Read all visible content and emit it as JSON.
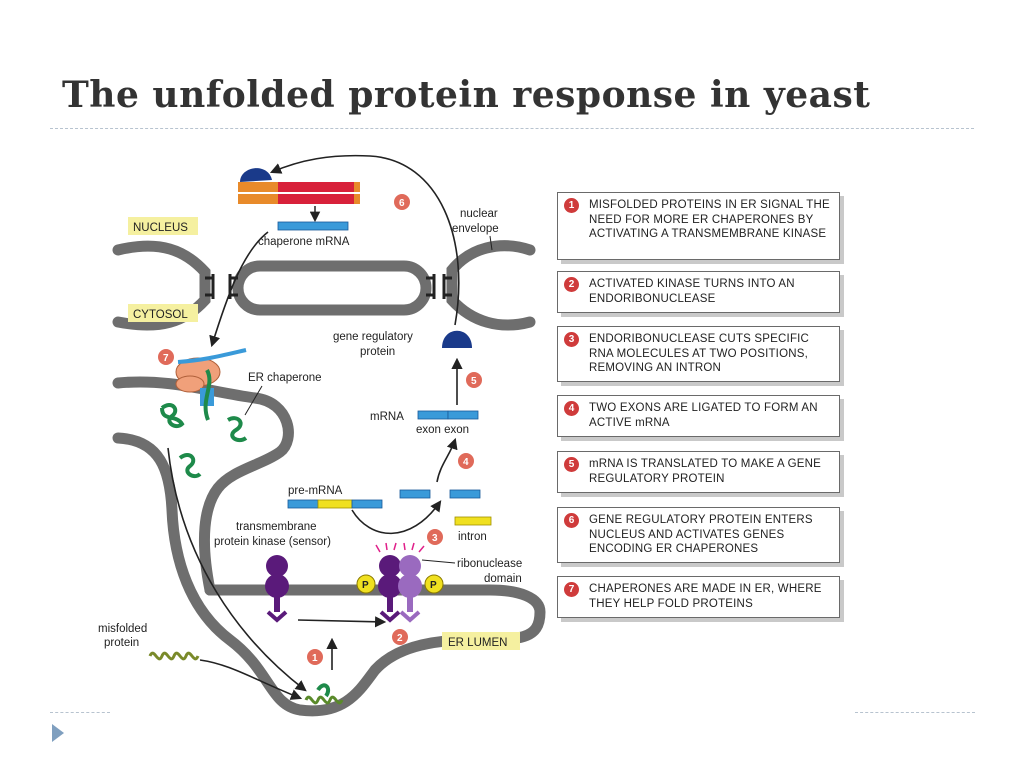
{
  "slide": {
    "title": "The unfolded protein response in yeast"
  },
  "diagram": {
    "labels": {
      "nucleus": "NUCLEUS",
      "cytosol": "CYTOSOL",
      "er_lumen": "ER LUMEN",
      "chaperone_mrna": "chaperone mRNA",
      "nuclear_envelope_1": "nuclear",
      "nuclear_envelope_2": "envelope",
      "gene_reg_protein_1": "gene regulatory",
      "gene_reg_protein_2": "protein",
      "er_chaperone": "ER chaperone",
      "mrna": "mRNA",
      "exon_exon": "exon exon",
      "pre_mrna": "pre-mRNA",
      "intron": "intron",
      "tm_kinase_1": "transmembrane",
      "tm_kinase_2": "protein kinase (sensor)",
      "ribonuclease_1": "ribonuclease",
      "ribonuclease_2": "domain",
      "misfolded_1": "misfolded",
      "misfolded_2": "protein",
      "phosphate": "P"
    },
    "step_markers": [
      "1",
      "2",
      "3",
      "4",
      "5",
      "6",
      "7"
    ]
  },
  "steps": [
    {
      "num": "1",
      "text": "MISFOLDED PROTEINS IN ER SIGNAL THE NEED FOR MORE ER CHAPERONES BY ACTIVATING A TRANSMEMBRANE KINASE"
    },
    {
      "num": "2",
      "text": "ACTIVATED KINASE  TURNS INTO AN ENDORIBONUCLEASE"
    },
    {
      "num": "3",
      "text": "ENDORIBONUCLEASE CUTS SPECIFIC RNA MOLECULES AT TWO POSITIONS, REMOVING AN INTRON"
    },
    {
      "num": "4",
      "text": "TWO EXONS ARE LIGATED TO FORM AN ACTIVE mRNA"
    },
    {
      "num": "5",
      "text": "mRNA IS TRANSLATED TO MAKE A GENE REGULATORY PROTEIN"
    },
    {
      "num": "6",
      "text": "GENE REGULATORY PROTEIN ENTERS NUCLEUS AND ACTIVATES GENES ENCODING ER CHAPERONES"
    },
    {
      "num": "7",
      "text": "CHAPERONES ARE MADE IN ER, WHERE THEY HELP FOLD PROTEINS"
    }
  ],
  "colors": {
    "membrane": "#6e6e6e",
    "label_highlight": "#f5f0a0",
    "marker_red": "#e06a5a",
    "exon_blue": "#3a9ad9",
    "intron_yellow": "#f0e020",
    "kinase_purple": "#5a1a7a",
    "chaperone_green": "#1e8a4a",
    "protein_navy": "#1a3a8a"
  }
}
